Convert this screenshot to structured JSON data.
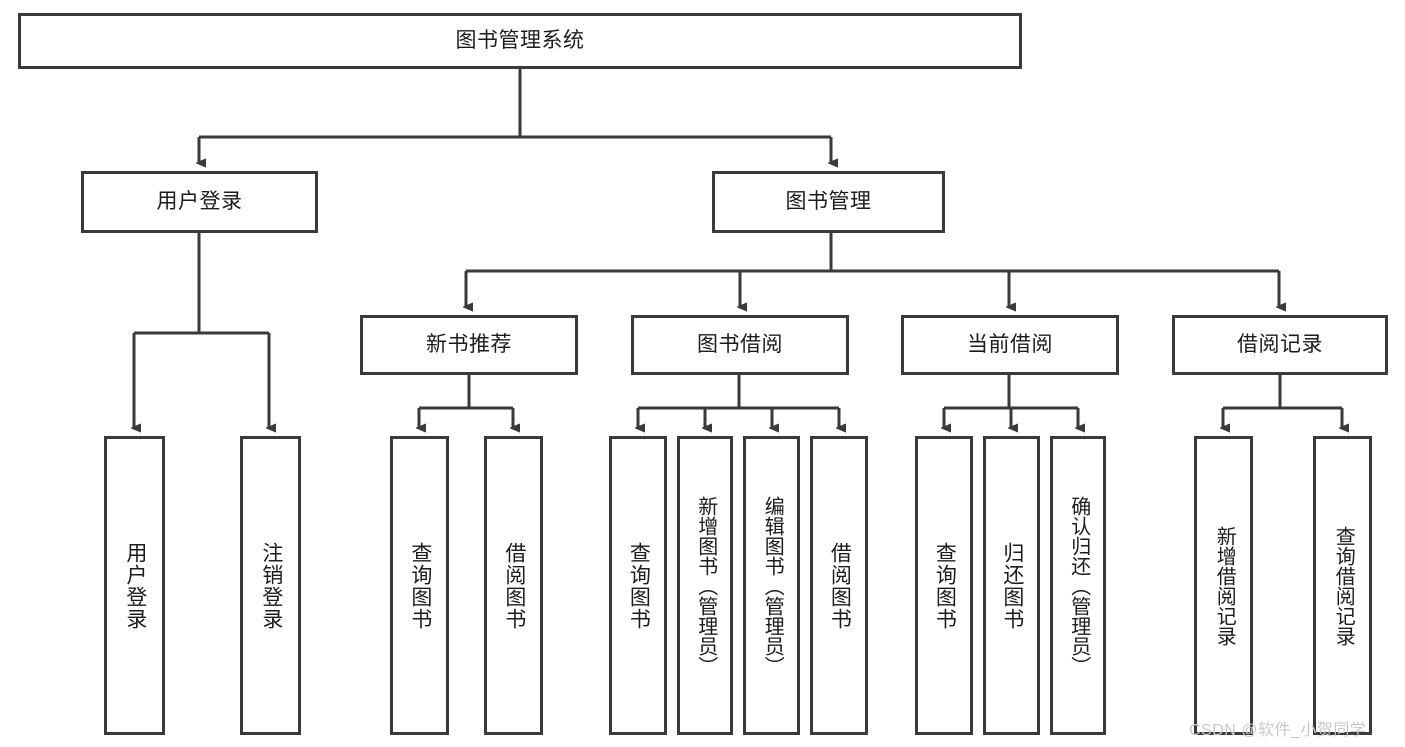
{
  "diagram": {
    "title": "图书管理系统",
    "type": "tree-hierarchy-diagram",
    "colors": {
      "background": "#ffffff",
      "node_border": "#3a3a3a",
      "node_fill": "#ffffff",
      "edge": "#3a3a3a",
      "text": "#1c1c1c",
      "watermark": "#c8c8c8"
    },
    "root": {
      "label": "图书管理系统"
    },
    "level2": [
      {
        "label": "用户登录"
      },
      {
        "label": "图书管理"
      }
    ],
    "level3": [
      {
        "label": "新书推荐"
      },
      {
        "label": "图书借阅"
      },
      {
        "label": "当前借阅"
      },
      {
        "label": "借阅记录"
      }
    ],
    "leaves": {
      "user_login": [
        {
          "label": "用户登录"
        },
        {
          "label": "注销登录"
        }
      ],
      "new_book_recommend": [
        {
          "label": "查询图书"
        },
        {
          "label": "借阅图书"
        }
      ],
      "book_borrow": [
        {
          "label": "查询图书"
        },
        {
          "label": "新增图书（管理员）"
        },
        {
          "label": "编辑图书（管理员）"
        },
        {
          "label": "借阅图书"
        }
      ],
      "current_borrow": [
        {
          "label": "查询图书"
        },
        {
          "label": "归还图书"
        },
        {
          "label": "确认归还（管理员）"
        }
      ],
      "borrow_record": [
        {
          "label": "新增借阅记录"
        },
        {
          "label": "查询借阅记录"
        }
      ]
    }
  },
  "watermark": {
    "text": "CSDN @软件_小贺同学"
  }
}
